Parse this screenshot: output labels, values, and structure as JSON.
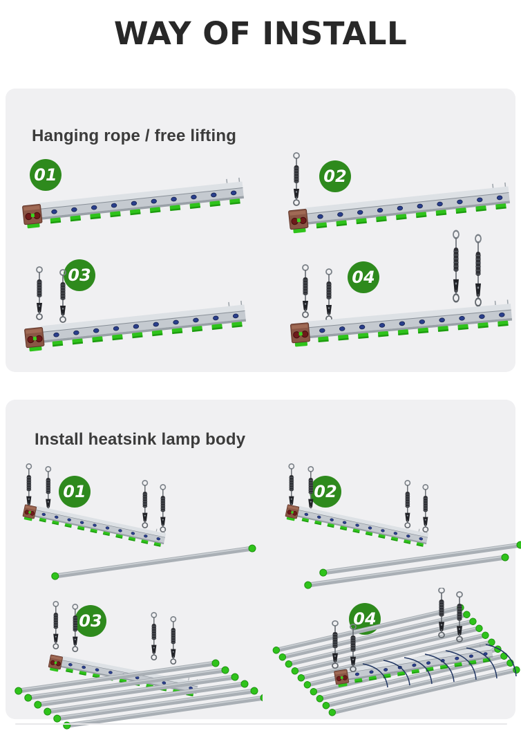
{
  "page": {
    "title": "WAY OF INSTALL"
  },
  "colors": {
    "badge_green": "#2e8a1d",
    "clip_green": "#2fc31b",
    "card_background": "#f0f0f2",
    "title_text": "#282828",
    "heading_text": "#3b3b3b",
    "bar_gray": "#c5cad0",
    "driver_box_brown": "#8a5645",
    "connector_dot_blue": "#2a3f8c",
    "wire_navy": "#1e3360"
  },
  "sections": [
    {
      "heading": "Hanging rope / free lifting",
      "steps": [
        {
          "label": "01"
        },
        {
          "label": "02"
        },
        {
          "label": "03"
        },
        {
          "label": "04"
        }
      ]
    },
    {
      "heading": "Install heatsink lamp body",
      "steps": [
        {
          "label": "01"
        },
        {
          "label": "02"
        },
        {
          "label": "03"
        },
        {
          "label": "04"
        }
      ]
    }
  ]
}
